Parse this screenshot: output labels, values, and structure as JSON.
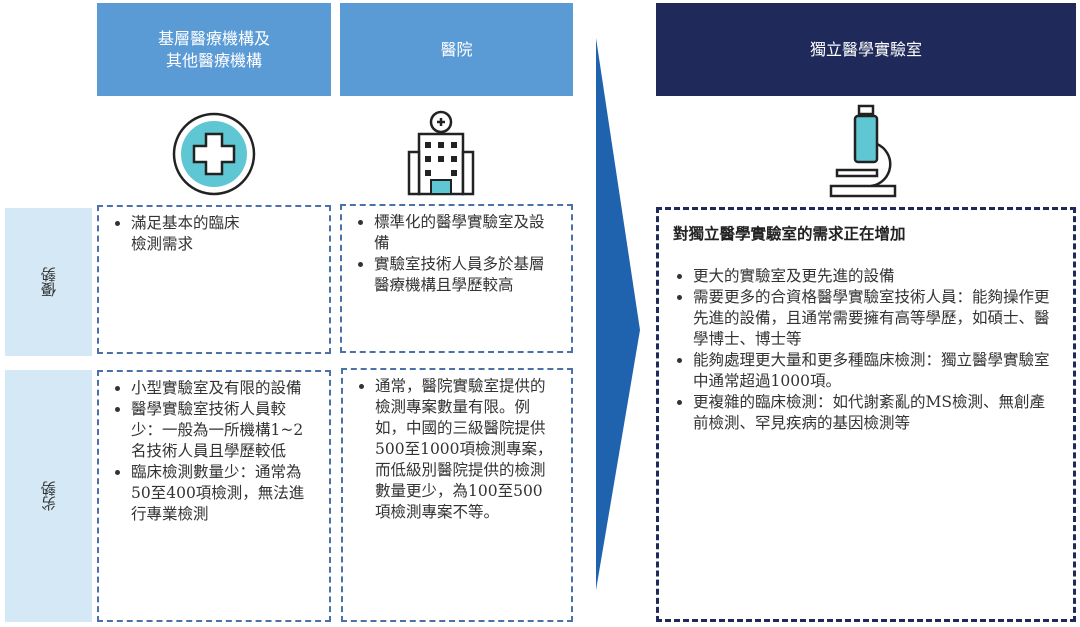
{
  "columns": [
    {
      "title": "基層醫療機構及\n其他醫療機構",
      "icon": "medical-cross-icon",
      "advantages": [
        "滿足基本的臨床檢測需求"
      ],
      "disadvantages": [
        "小型實驗室及有限的設備",
        "醫學實驗室技術人員較少：一般為一所機構1~2名技術人員且學歷較低",
        "臨床檢測數量少：通常為50至400項檢測，無法進行專業檢測"
      ]
    },
    {
      "title": "醫院",
      "icon": "hospital-icon",
      "advantages": [
        "標準化的醫學實驗室及設備",
        "實驗室技術人員多於基層醫療機構且學歷較高"
      ],
      "disadvantages": [
        "通常，醫院實驗室提供的檢測專案數量有限。例如，中國的三級醫院提供500至1000項檢測專案，而低級別醫院提供的檢測數量更少，為100至500項檢測專案不等。"
      ]
    }
  ],
  "row_labels": {
    "advantages": "優勢",
    "disadvantages": "劣勢"
  },
  "right": {
    "title": "獨立醫學實驗室",
    "icon": "microscope-icon",
    "box_title": "對獨立醫學實驗室的需求正在增加",
    "items": [
      "更大的實驗室及更先進的設備",
      "需要更多的合資格醫學實驗室技術人員：能夠操作更先進的設備，且通常需要擁有高等學歷，如碩士、醫學博士、博士等",
      "能夠處理更大量和更多種臨床檢測：獨立醫學實驗室中通常超過1000項。",
      "更複雜的臨床檢測：如代謝紊亂的MS檢測、無創產前檢測、罕見疾病的基因檢測等"
    ]
  },
  "colors": {
    "header": "#5b9bd5",
    "header_dark": "#1f2a5a",
    "arrow": "#1f63ae",
    "side": "#d5e8f5"
  }
}
